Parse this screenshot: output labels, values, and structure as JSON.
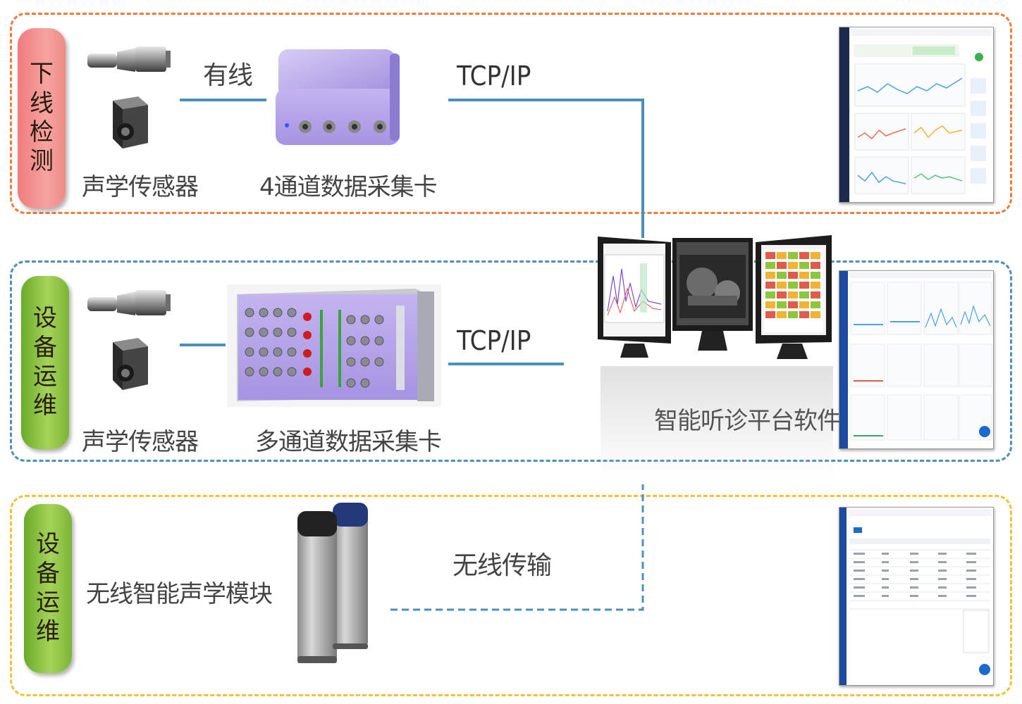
{
  "panels": {
    "offline": {
      "tag": [
        "下",
        "线",
        "检",
        "测"
      ],
      "sensor_label": "声学传感器",
      "link_label": "有线",
      "card_label": "4通道数据采集卡",
      "protocol": "TCP/IP"
    },
    "ops_wired": {
      "tag": [
        "设",
        "备",
        "运",
        "维"
      ],
      "sensor_label": "声学传感器",
      "card_label": "多通道数据采集卡",
      "protocol": "TCP/IP"
    },
    "ops_wireless": {
      "tag": [
        "设",
        "备",
        "运",
        "维"
      ],
      "module_label": "无线智能声学模块",
      "link_label": "无线传输"
    }
  },
  "center": {
    "software_label": "智能听诊平台软件"
  },
  "colors": {
    "offline_border": "#ee7d3b",
    "ops_wired_border": "#4f8fb8",
    "ops_wireless_border": "#f2c232",
    "offline_tag": "#f08080",
    "ops_tag": "#8cc63e",
    "connector": "#4a90b8",
    "card_purple": "#b7a6e8"
  }
}
